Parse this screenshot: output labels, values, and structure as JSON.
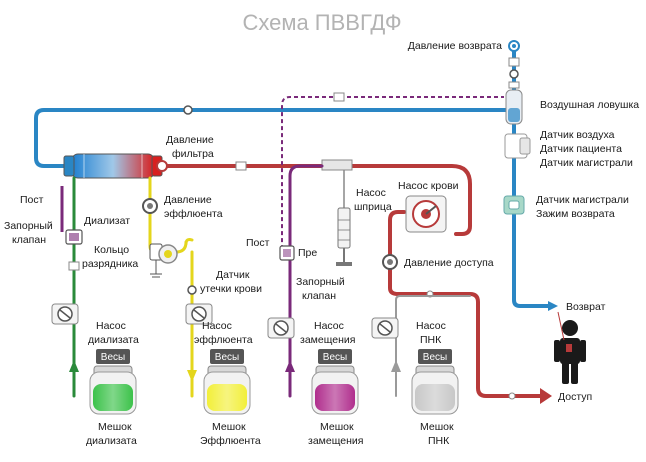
{
  "title": "Схема ПВВГДФ",
  "labels": {
    "return_pressure": "Давление возврата",
    "air_trap": "Воздушная ловушка",
    "air_sensor": "Датчик воздуха",
    "patient_sensor": "Датчик пациента",
    "line_sensor_1": "Датчик магистрали",
    "line_sensor_2": "Датчик магистрали",
    "return_clamp": "Зажим возврата",
    "return": "Возврат",
    "access": "Доступ",
    "filter_pressure_1": "Давление",
    "filter_pressure_2": "фильтра",
    "effluent_pressure_1": "Давление",
    "effluent_pressure_2": "эффлюента",
    "post_left": "Пост",
    "shutoff_1": "Запорный",
    "shutoff_2": "клапан",
    "dialysate": "Диализат",
    "ring_1": "Кольцо",
    "ring_2": "разрядника",
    "blood_leak_1": "Датчик",
    "blood_leak_2": "утечки крови",
    "post_mid": "Пост",
    "pre": "Пре",
    "shutoff_mid_1": "Запорный",
    "shutoff_mid_2": "клапан",
    "syringe_pump_1": "Насос",
    "syringe_pump_2": "шприца",
    "blood_pump": "Насос крови",
    "access_pressure": "Давление доступа",
    "pump_dialysate_1": "Насос",
    "pump_dialysate_2": "диализата",
    "pump_effluent_1": "Насос",
    "pump_effluent_2": "эффлюента",
    "pump_replacement_1": "Насос",
    "pump_replacement_2": "замещения",
    "pump_pbp_1": "Насос",
    "pump_pbp_2": "ПНК",
    "scale": "Весы",
    "bag_dialysate_1": "Мешок",
    "bag_dialysate_2": "диализата",
    "bag_effluent_1": "Мешок",
    "bag_effluent_2": "Эффлюента",
    "bag_replacement_1": "Мешок",
    "bag_replacement_2": "замещения",
    "bag_pbp_1": "Мешок",
    "bag_pbp_2": "ПНК"
  },
  "colors": {
    "blue_line": "#2a86c4",
    "red_line": "#b73a3a",
    "green_line": "#2a8a3a",
    "yellow_line": "#e4d61c",
    "purple_line": "#7a2a7a",
    "gray_line": "#9a9a9a",
    "title": "#b3b3b3"
  },
  "bags": [
    {
      "name": "dialysate",
      "fill": "#3cc24a"
    },
    {
      "name": "effluent",
      "fill": "#f2ef3a"
    },
    {
      "name": "replacement",
      "fill": "#b02e8e"
    },
    {
      "name": "pbp",
      "fill": "#c8c8c8"
    }
  ]
}
